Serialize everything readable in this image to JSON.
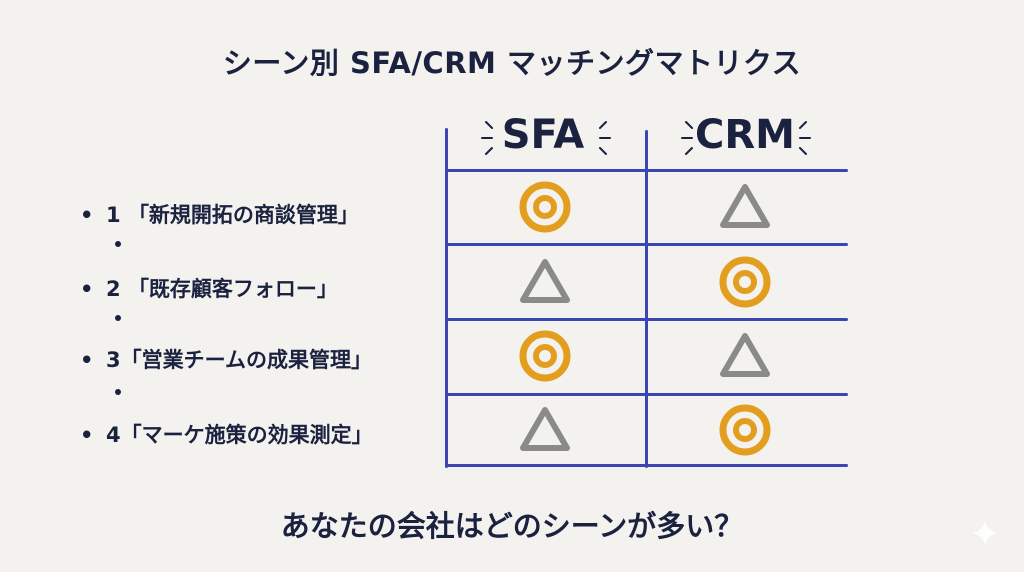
{
  "title": "シーン別 SFA/CRM マッチングマトリクス",
  "columns": [
    "SFA",
    "CRM"
  ],
  "rows": [
    {
      "number": "1",
      "label": "「新規開拓の商談管理」",
      "sfa": "double-circle",
      "crm": "triangle"
    },
    {
      "number": "2",
      "label": "「既存顧客フォロー」",
      "sfa": "triangle",
      "crm": "double-circle"
    },
    {
      "number": "3",
      "label": "「営業チームの成果管理」",
      "sfa": "double-circle",
      "crm": "triangle"
    },
    {
      "number": "4",
      "label": "「マーケ施策の効果測定」",
      "sfa": "triangle",
      "crm": "double-circle"
    }
  ],
  "question": "あなたの会社はどのシーンが多い？",
  "colors": {
    "text": "#1b2240",
    "grid": "#3b46b2",
    "double_circle": "#e39e1f",
    "triangle": "#8a8a8a",
    "background": "#f3f2ee"
  }
}
